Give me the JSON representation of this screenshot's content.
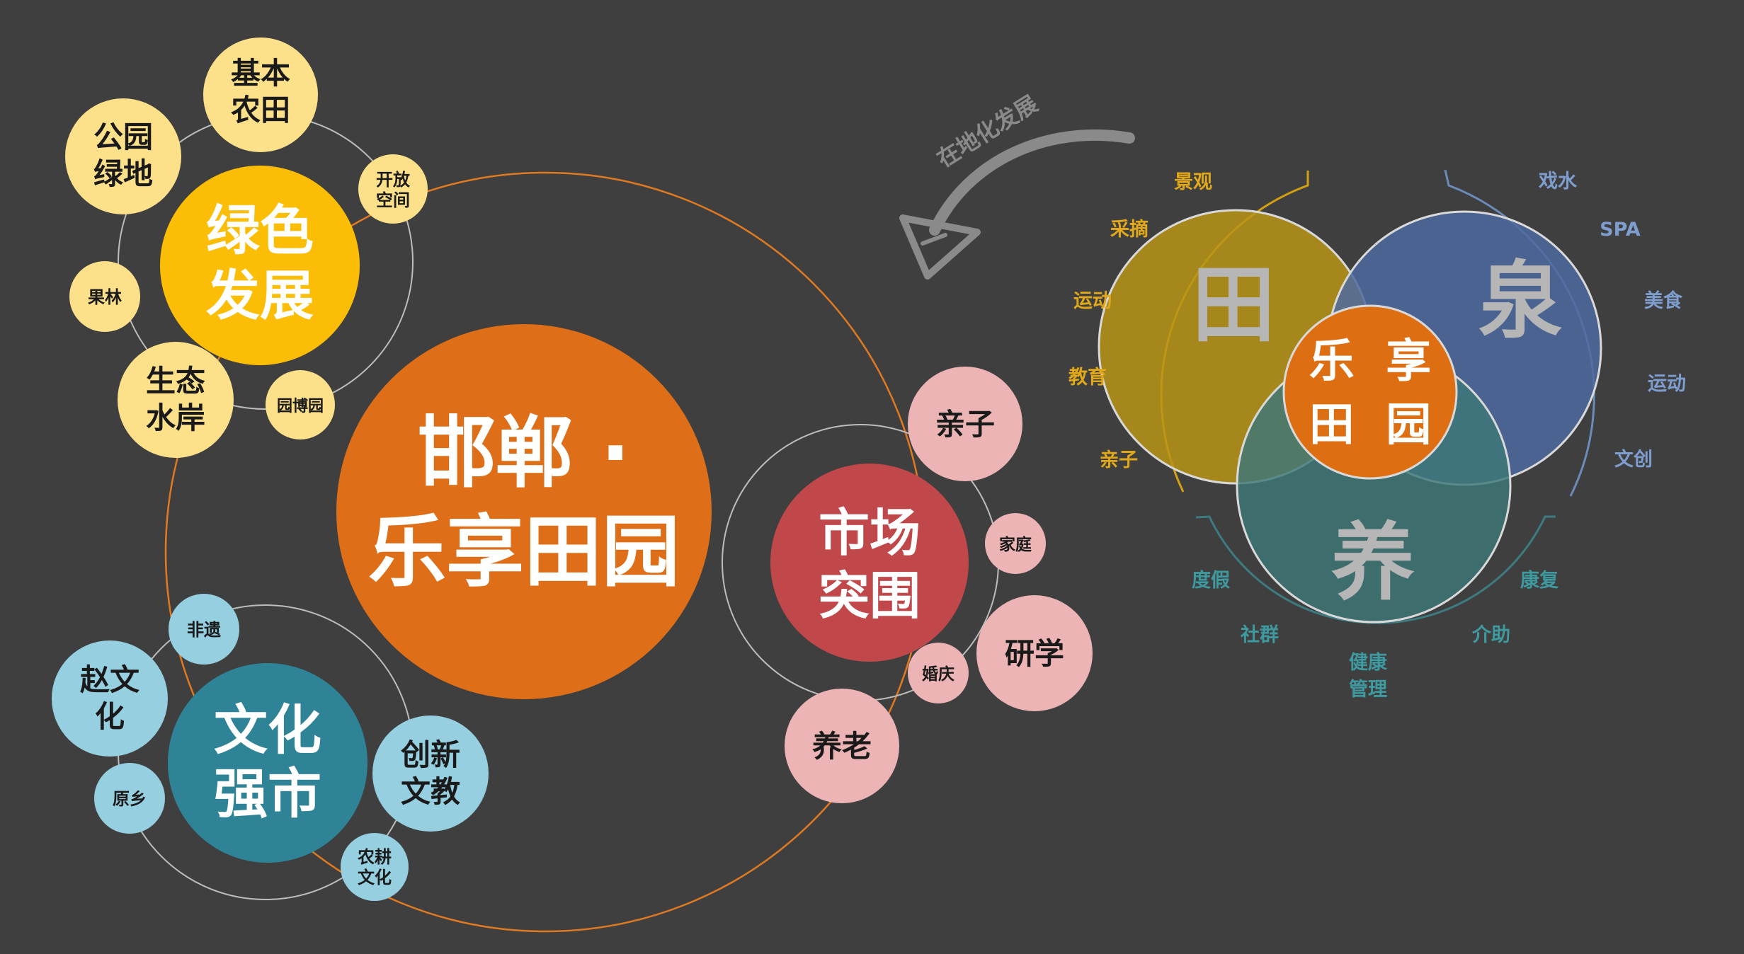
{
  "center": {
    "line1": "邯郸 ·",
    "line2": "乐享田园"
  },
  "green": {
    "title_line1": "绿色",
    "title_line2": "发展",
    "items": [
      {
        "key": "jiben",
        "lines": [
          "基本",
          "农田"
        ]
      },
      {
        "key": "gongyuan",
        "lines": [
          "公园",
          "绿地"
        ]
      },
      {
        "key": "kaifang",
        "lines": [
          "开放",
          "空间"
        ]
      },
      {
        "key": "guolin",
        "lines": [
          "果林"
        ]
      },
      {
        "key": "shengtai",
        "lines": [
          "生态",
          "水岸"
        ]
      },
      {
        "key": "yuanboyuan",
        "lines": [
          "园博园"
        ]
      }
    ]
  },
  "culture": {
    "title_line1": "文化",
    "title_line2": "强市",
    "items": [
      {
        "key": "feiyi",
        "lines": [
          "非遗"
        ]
      },
      {
        "key": "zhaowenhua",
        "lines": [
          "赵文",
          "化"
        ]
      },
      {
        "key": "yuanxiang",
        "lines": [
          "原乡"
        ]
      },
      {
        "key": "chuangxin",
        "lines": [
          "创新",
          "文教"
        ]
      },
      {
        "key": "nonggeng",
        "lines": [
          "农耕",
          "文化"
        ]
      }
    ]
  },
  "market": {
    "title_line1": "市场",
    "title_line2": "突围",
    "items": [
      {
        "key": "qinzi",
        "lines": [
          "亲子"
        ]
      },
      {
        "key": "jiating",
        "lines": [
          "家庭"
        ]
      },
      {
        "key": "yanxue",
        "lines": [
          "研学"
        ]
      },
      {
        "key": "hunqing",
        "lines": [
          "婚庆"
        ]
      },
      {
        "key": "yanglao",
        "lines": [
          "养老"
        ]
      }
    ]
  },
  "arrow_label": "在地化发展",
  "venn": {
    "tian": "田",
    "quan": "泉",
    "yang": "养",
    "core_line1": "乐  享",
    "core_line2": "田  园",
    "tian_labels": [
      "景观",
      "采摘",
      "运动",
      "教育",
      "亲子"
    ],
    "quan_labels": [
      "戏水",
      "SPA",
      "美食",
      "运动",
      "文创"
    ],
    "yang_labels": [
      "度假",
      "社群",
      "健康",
      "管理",
      "介助",
      "康复"
    ]
  },
  "colors": {
    "background": "#3f3f3f",
    "center": "#de6f18",
    "green_main": "#fbbd05",
    "green_small": "#fde08a",
    "culture_main": "#2e8496",
    "culture_small": "#95cfe0",
    "market_main": "#c0484a",
    "market_small": "#ecb4b4",
    "tian": "#b89416",
    "quan": "#4d6a9f",
    "yang": "#3d7878",
    "core": "#de6e12"
  }
}
